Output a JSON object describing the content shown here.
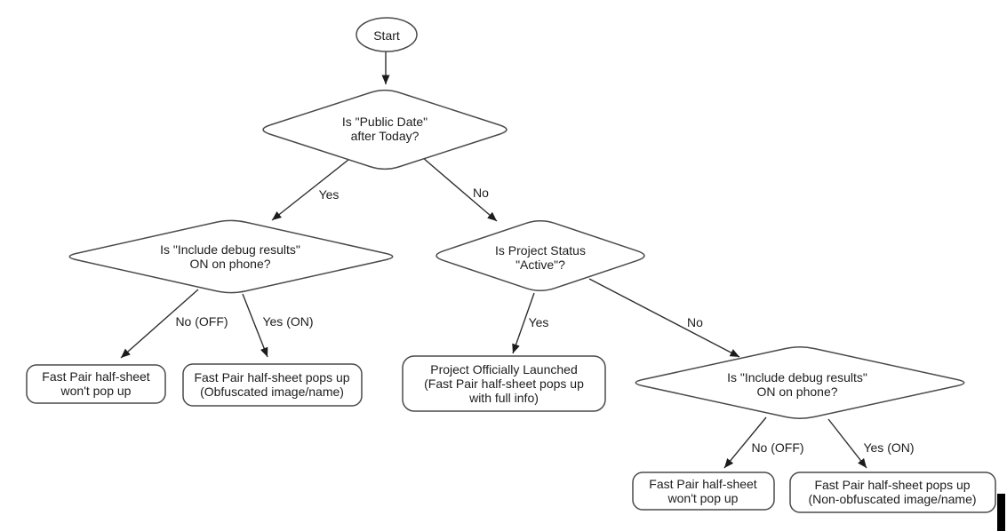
{
  "nodes": {
    "start": {
      "label": "Start"
    },
    "public_date": {
      "lines": [
        "Is \"Public Date\"",
        "after Today?"
      ]
    },
    "debug_left": {
      "lines": [
        "Is \"Include debug results\"",
        "ON on phone?"
      ]
    },
    "project_status": {
      "lines": [
        "Is Project Status",
        "\"Active\"?"
      ]
    },
    "debug_right": {
      "lines": [
        "Is \"Include debug results\"",
        "ON on phone?"
      ]
    },
    "no_popup_left": {
      "lines": [
        "Fast Pair half-sheet",
        "won't pop up"
      ]
    },
    "obfuscated": {
      "lines": [
        "Fast Pair half-sheet pops up",
        "(Obfuscated image/name)"
      ]
    },
    "launched": {
      "lines": [
        "Project Officially Launched",
        "(Fast Pair half-sheet pops up",
        "with full info)"
      ]
    },
    "no_popup_right": {
      "lines": [
        "Fast Pair half-sheet",
        "won't pop up"
      ]
    },
    "non_obfuscated": {
      "lines": [
        "Fast Pair half-sheet pops up",
        "(Non-obfuscated image/name)"
      ]
    }
  },
  "edges": {
    "public_date_yes": "Yes",
    "public_date_no": "No",
    "debug_left_no": "No (OFF)",
    "debug_left_yes": "Yes (ON)",
    "status_yes": "Yes",
    "status_no": "No",
    "debug_right_no": "No (OFF)",
    "debug_right_yes": "Yes (ON)"
  },
  "colors": {
    "node_stroke": "#4a4a4a",
    "edge_stroke": "#2f2f2f",
    "text": "#1c1c1c",
    "background": "#ffffff",
    "cursor_artifact": "#000000"
  }
}
